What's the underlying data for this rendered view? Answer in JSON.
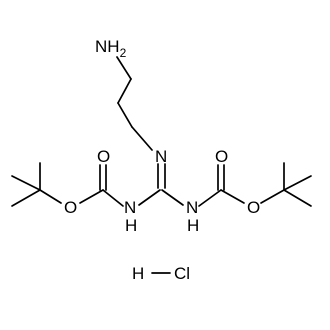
{
  "molecule": {
    "amine": {
      "label": "NH",
      "subscript": "2"
    },
    "imine_n": "N",
    "carbamate_o_left_top": "O",
    "carbamate_o_left_ester": "O",
    "carbamate_o_right_top": "O",
    "carbamate_o_right_ester": "O",
    "nh_left": {
      "n": "N",
      "h": "H"
    },
    "nh_right": {
      "n": "N",
      "h": "H"
    }
  },
  "salt": {
    "h": "H",
    "cl": "Cl"
  }
}
